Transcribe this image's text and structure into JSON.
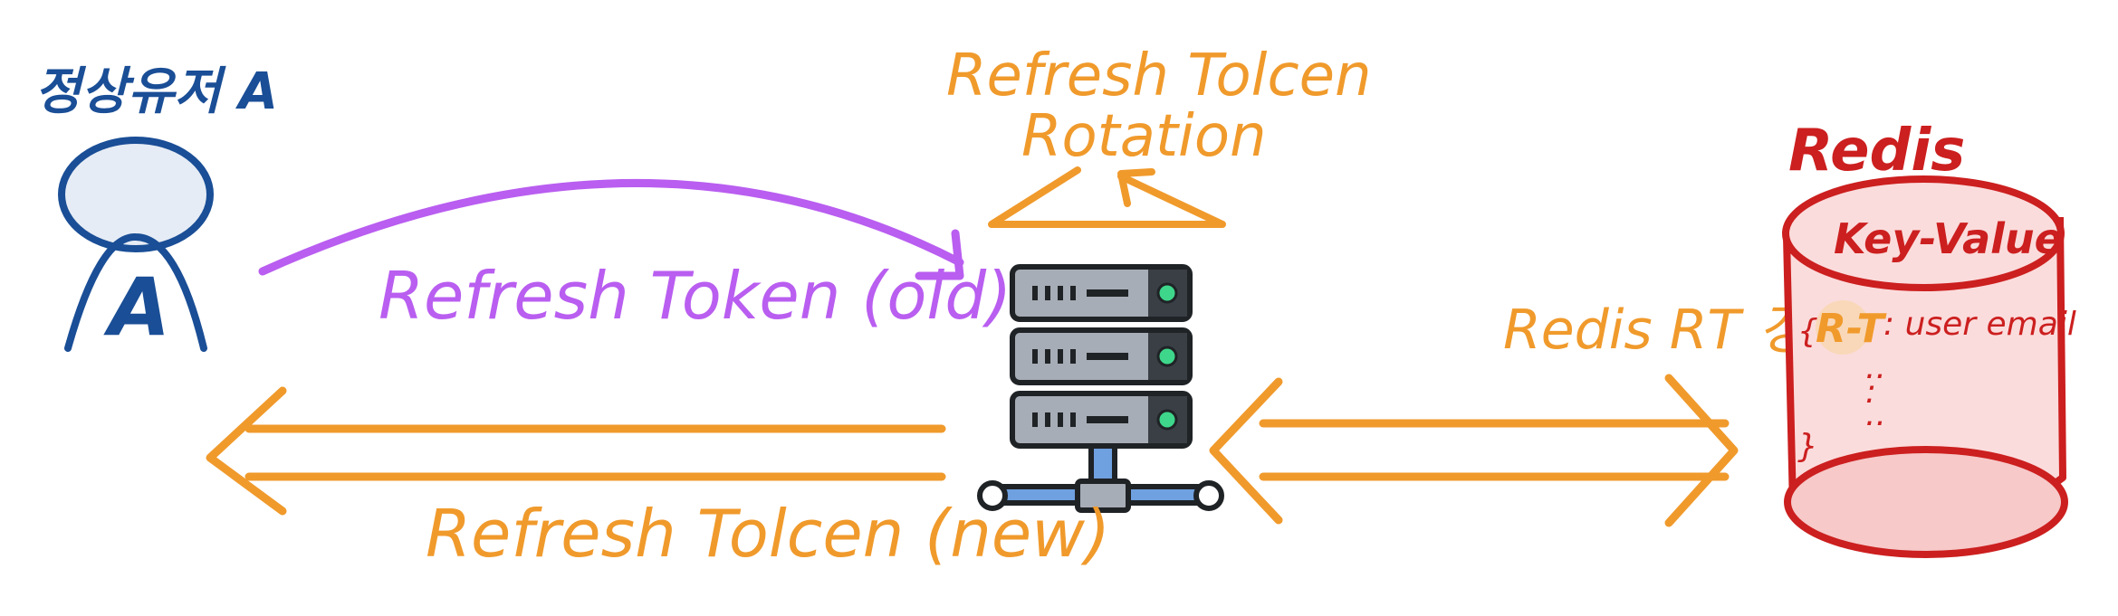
{
  "user": {
    "name": "정상유저 A",
    "avatar_letter": "A"
  },
  "server": {
    "rotation_label": [
      "Refresh Tolcen",
      "Rotation"
    ]
  },
  "arrows": {
    "old_label": "Refresh Token (old)",
    "new_label": "Refresh Tolcen (new)",
    "redis_update_label": "Redis RT 갱신"
  },
  "redis": {
    "title": "Redis",
    "store_label": "Key-Value",
    "entry_key": "R-T",
    "entry_value": ": user email",
    "brace_open": "{",
    "brace_close": "}",
    "more_rows": [
      "..",
      ":",
      ".."
    ]
  },
  "colors": {
    "user": "#1a4e96",
    "old_token": "#b95ef0",
    "new_token": "#f09a2c",
    "redis": "#cc1f1f",
    "redis_fill": "#fbdcdc"
  },
  "icons": [
    "user-avatar-icon",
    "server-rack-icon",
    "redis-cylinder-icon"
  ]
}
